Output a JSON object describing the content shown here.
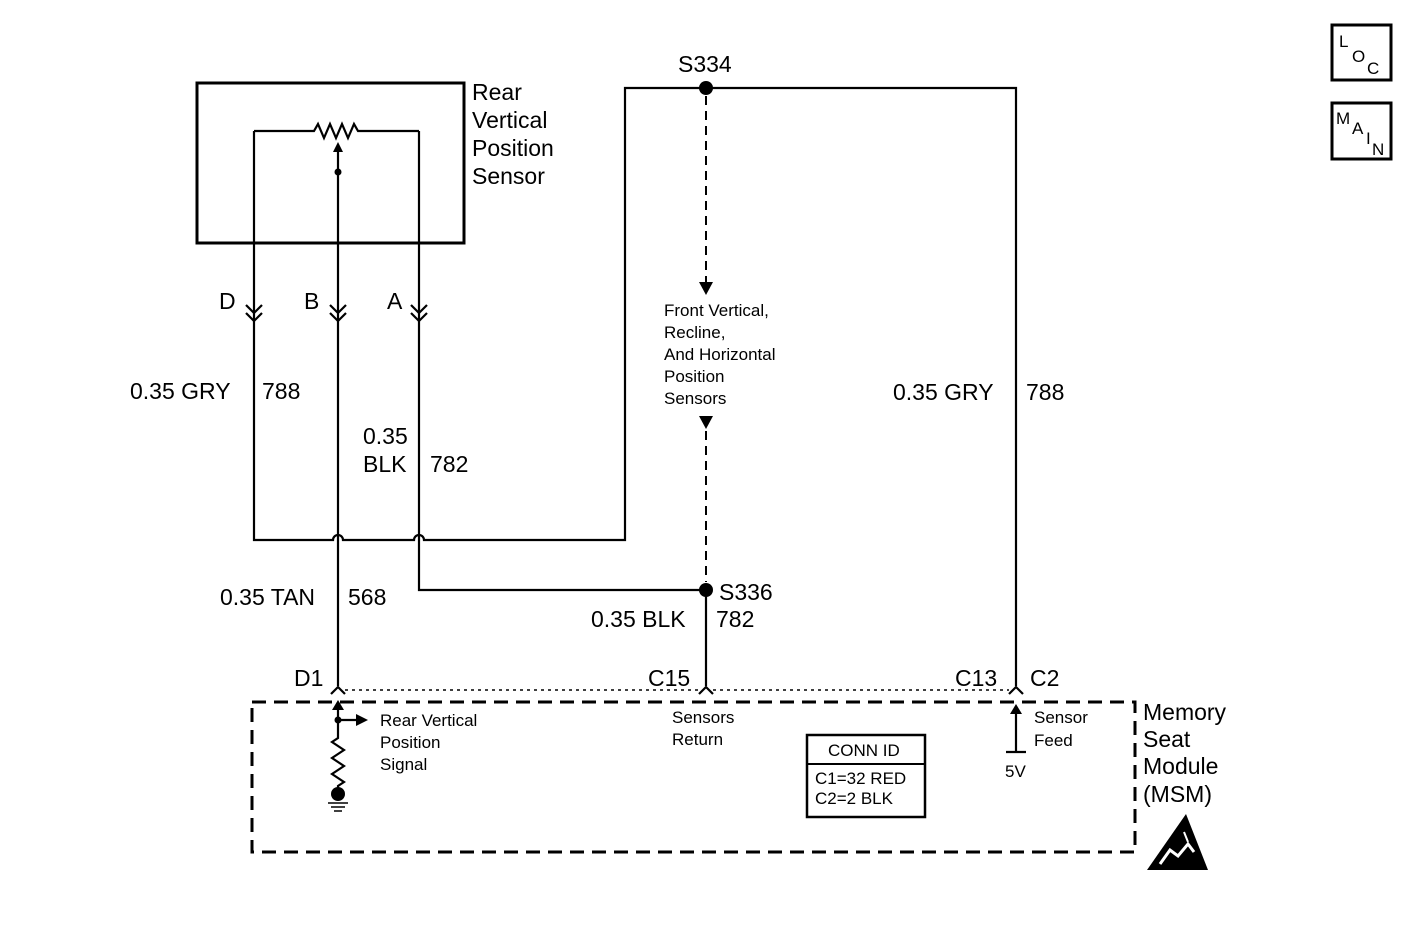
{
  "sensor": {
    "title_lines": [
      "Rear",
      "Vertical",
      "Position",
      "Sensor"
    ],
    "pins": [
      "D",
      "B",
      "A"
    ]
  },
  "splices": {
    "top": "S334",
    "bottom": "S336"
  },
  "wires": {
    "left_gry_size": "0.35 GRY",
    "left_gry_circuit": "788",
    "blk_size_line1": "0.35",
    "blk_size_line2": "BLK",
    "blk_circuit": "782",
    "tan_size": "0.35 TAN",
    "tan_circuit": "568",
    "return_size": "0.35 BLK",
    "return_circuit": "782",
    "right_gry_size": "0.35 GRY",
    "right_gry_circuit": "788"
  },
  "shared_note_lines": [
    "Front Vertical,",
    "Recline,",
    "And Horizontal",
    "Position",
    "Sensors"
  ],
  "module": {
    "name_lines": [
      "Memory",
      "Seat",
      "Module",
      "(MSM)"
    ],
    "pins": {
      "d1": "D1",
      "c15": "C15",
      "c13": "C13",
      "c2": "C2"
    },
    "signal_label_lines": [
      "Rear Vertical",
      "Position",
      "Signal"
    ],
    "return_label_lines": [
      "Sensors",
      "Return"
    ],
    "feed_label_lines": [
      "Sensor",
      "Feed"
    ],
    "voltage": "5V",
    "conn_id": {
      "title": "CONN ID",
      "lines": [
        "C1=32 RED",
        "C2=2 BLK"
      ]
    }
  },
  "nav_buttons": {
    "loc": [
      "L",
      "O",
      "C"
    ],
    "main": [
      "M",
      "A",
      "I",
      "N"
    ]
  },
  "icons": {
    "esd": "esd-warning-icon",
    "ground": "ground-icon",
    "resistor": "resistor-icon"
  }
}
